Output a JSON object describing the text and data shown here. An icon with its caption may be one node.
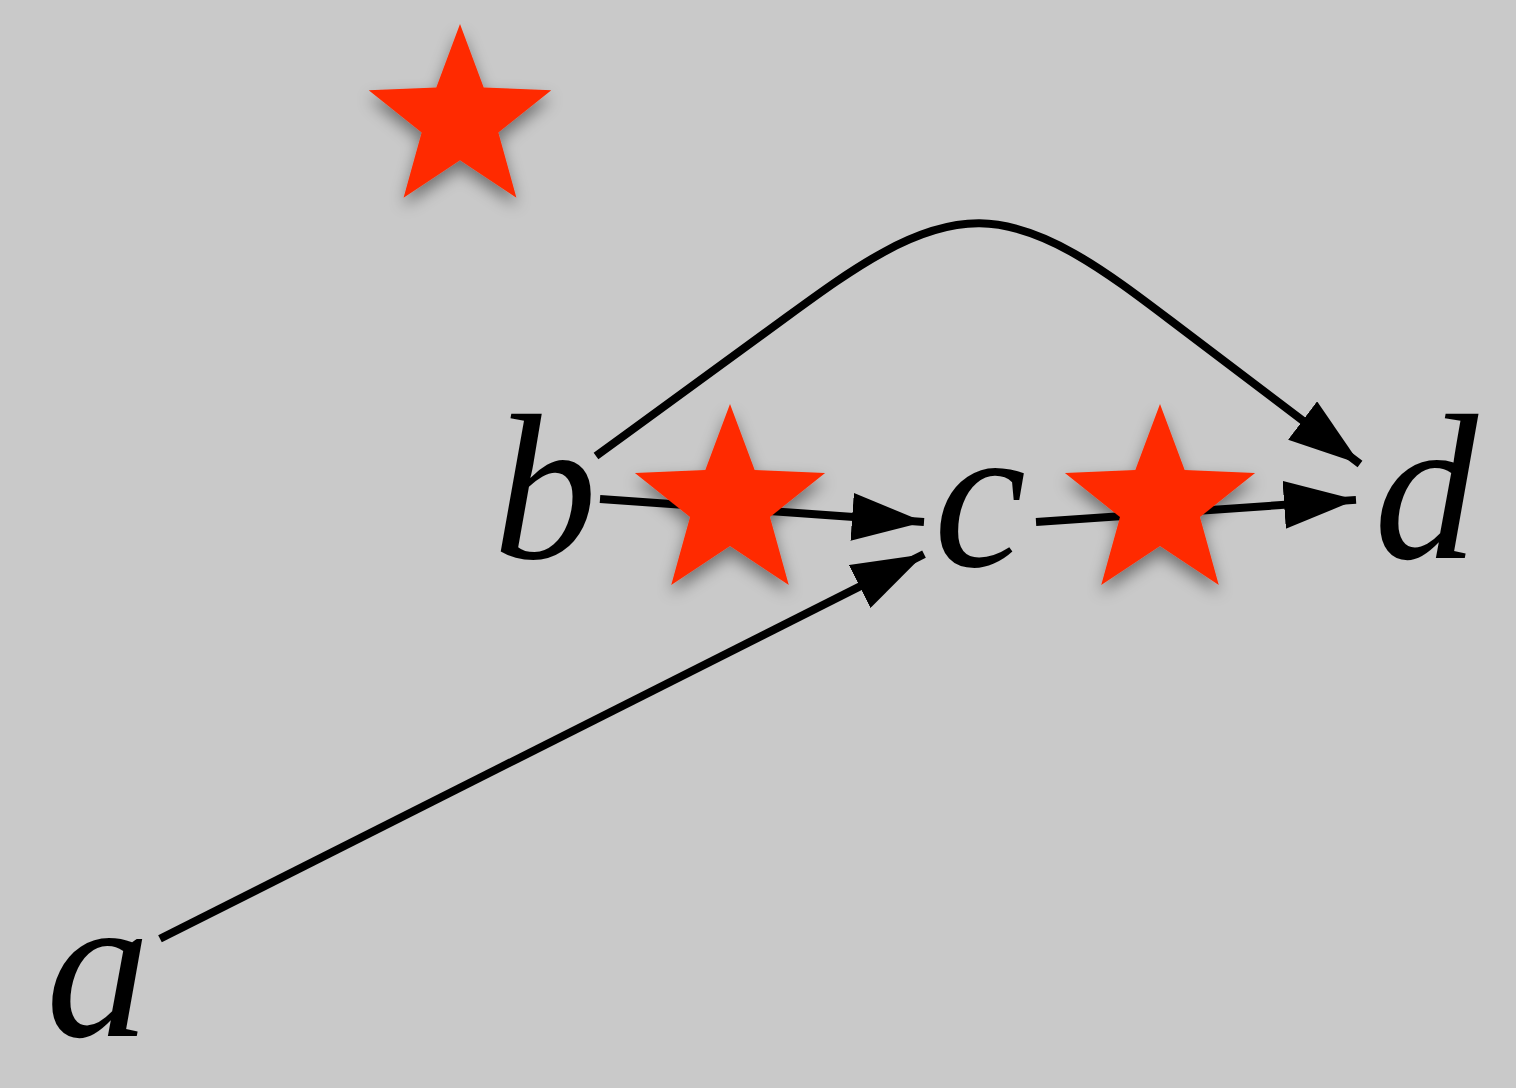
{
  "diagram": {
    "nodes": [
      {
        "text": [
          "a"
        ]
      },
      {
        "text": [
          "b"
        ]
      },
      {
        "text": [
          "c"
        ]
      },
      {
        "text": [
          "d"
        ]
      }
    ],
    "edges": [
      {
        "from": 1,
        "to": 2,
        "arrow": "to"
      },
      {
        "from": 2,
        "to": 3,
        "arrow": "to"
      },
      {
        "from": 1,
        "to": 3,
        "arrow": "to"
      },
      {
        "from": 0,
        "to": 2,
        "arrow": "to"
      }
    ]
  }
}
